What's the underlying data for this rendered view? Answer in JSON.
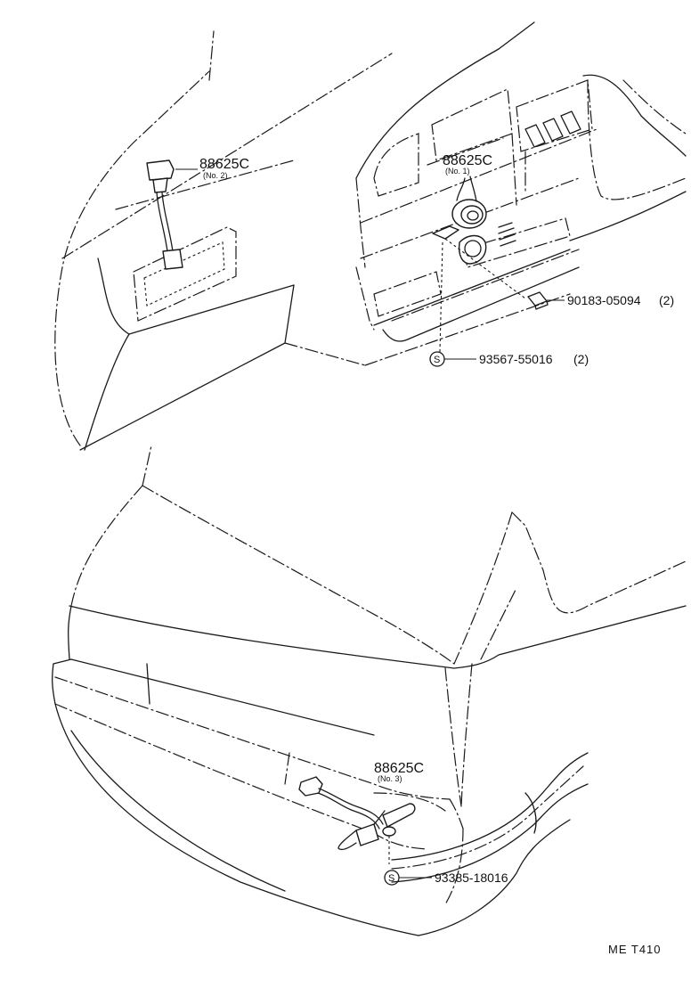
{
  "labels": {
    "sensor_no2": {
      "part": "88625C",
      "sub": "(No. 2)"
    },
    "sensor_no1": {
      "part": "88625C",
      "sub": "(No. 1)"
    },
    "sensor_no3": {
      "part": "88625C",
      "sub": "(No. 3)"
    },
    "clip": {
      "part": "90183-05094",
      "qty": "(2)"
    },
    "screw_upper": {
      "mark": "S",
      "part": "93567-55016",
      "qty": "(2)"
    },
    "screw_lower": {
      "mark": "S",
      "part": "93385-18016"
    }
  },
  "footer_code": "ME  T410"
}
